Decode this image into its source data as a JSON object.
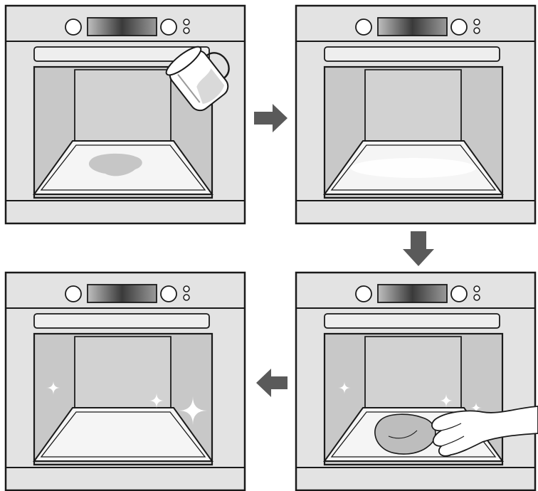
{
  "colors": {
    "outline": "#1a1a1a",
    "panel": "#e3e3e3",
    "cavity_wall": "#c8c8c8",
    "cavity_back": "#d2d2d2",
    "floor": "#f5f5f5",
    "arrow": "#5a5a5a",
    "water": "#bdbdbd"
  },
  "steps": [
    {
      "icon": "water-jug-icon",
      "state": "pour-water"
    },
    {
      "icon": "steam-icon",
      "state": "heat"
    },
    {
      "icon": "cloth-icon",
      "state": "wipe"
    },
    {
      "icon": "sparkle-icon",
      "state": "clean"
    }
  ],
  "arrows": [
    "arrow-right-icon",
    "arrow-down-icon",
    "arrow-left-icon"
  ]
}
